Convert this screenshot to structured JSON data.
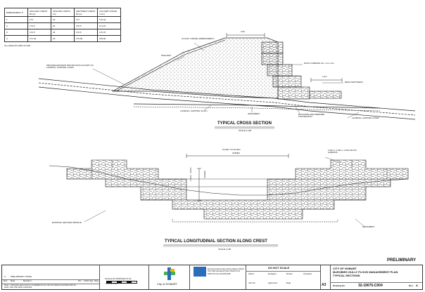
{
  "embankment_table": {
    "headers": [
      "EMBANKMENT #",
      "SPILLWAY CREST RL(m)",
      "SPILLWAY WIDTH (m)",
      "ABUTMENT CREST RL(m)",
      "CULVERT INTAKE I.L(m)"
    ],
    "rows": [
      [
        "1",
        "174",
        "22",
        "177",
        "170.44"
      ],
      [
        "2",
        "173.5",
        "20",
        "176.5",
        "171.15"
      ],
      [
        "3",
        "172.5",
        "18",
        "176.5",
        "170.76"
      ],
      [
        "4",
        "171.04",
        "18",
        "175.00",
        "169.60"
      ]
    ],
    "note": "ALL HEIGHTS ARE IN AHD"
  },
  "cross_section": {
    "title": "TYPICAL CROSS SECTION",
    "scale": "SCALE 1:100",
    "dim_top": "3.00",
    "dim_right": "2.4m",
    "labels": {
      "clayey_gravel": "CLAYEY GRAVEL EMBANKMENT",
      "spillway": "SPILLWAY",
      "erosion": "PROVIDE EROSION PROTECTION AS PART OF LANDFILL CAPPING LAYER",
      "rock_gabions": "ROCK GABIONS 4m x 1m x 2m",
      "reno": "RENO MATTRESS",
      "landfill_clay": "LANDFILL CAPPING (CLAY)",
      "geofabric": "GEOFABRIC",
      "excavate": "EXCAVATE AND PREPARE FOUNDATION",
      "landfill_layer": "LANDFILL CAPPING LAYER"
    }
  },
  "long_section": {
    "title": "TYPICAL LONGITUDINAL SECTION ALONG CREST",
    "scale": "SCALE 1:100",
    "dim_width": "16.00m TO 22.00m",
    "dim_width_sub": "VARIES",
    "dim_height": "1.50m - 3.00m",
    "dim_height_sub": "VARIES",
    "rock_gabions": "1.00m x 1.00m x 2.00m ROCK GABIONS",
    "ground": "EXISTING GROUND PROFILE",
    "geofabric": "GEOFABRIC"
  },
  "status": "PRELIMINARY",
  "title_block": {
    "revision": "A",
    "revision_desc": "PRELIMINARY ISSUE",
    "notes": "Notes - Information given herein is to highlight the key risks and hazards associated with the works, other than what is described.",
    "headers": [
      "Rev.",
      "Date",
      "Revision",
      "Drn",
      "Chkd",
      "App",
      "Dwg"
    ],
    "scale_label": "SCALE OF PRINTED AT A3",
    "scale_bar": "0 1 2 3 4 5m",
    "city_logo": "City of HOBART",
    "company": "Environmental Services Street Address Hobart TAS 7000 Australia PO Box Hobart Ph 03 6238 2711 Fax 03 6238 2186",
    "do_not_scale": "DO NOT SCALE",
    "fields": [
      [
        "Client",
        "Designer",
        "Drawn",
        "Checked"
      ],
      [
        "Job No.",
        "Approved",
        "Date",
        ""
      ]
    ],
    "paper": "A3",
    "client": "CITY OF HOBART",
    "project": "McROBIES GULLY FLOOD MANAGEMENT PLAN",
    "sheet_title": "TYPICAL SECTIONS",
    "drawing_label": "Drawing No:",
    "drawing_no": "32-19075-C004",
    "rev_label": "Rev:",
    "rev": "A"
  },
  "colors": {
    "line": "#222222",
    "fill_dark": "#cfcfcf",
    "logo_green": "#4caf50",
    "logo_blue": "#2a6ebb"
  }
}
